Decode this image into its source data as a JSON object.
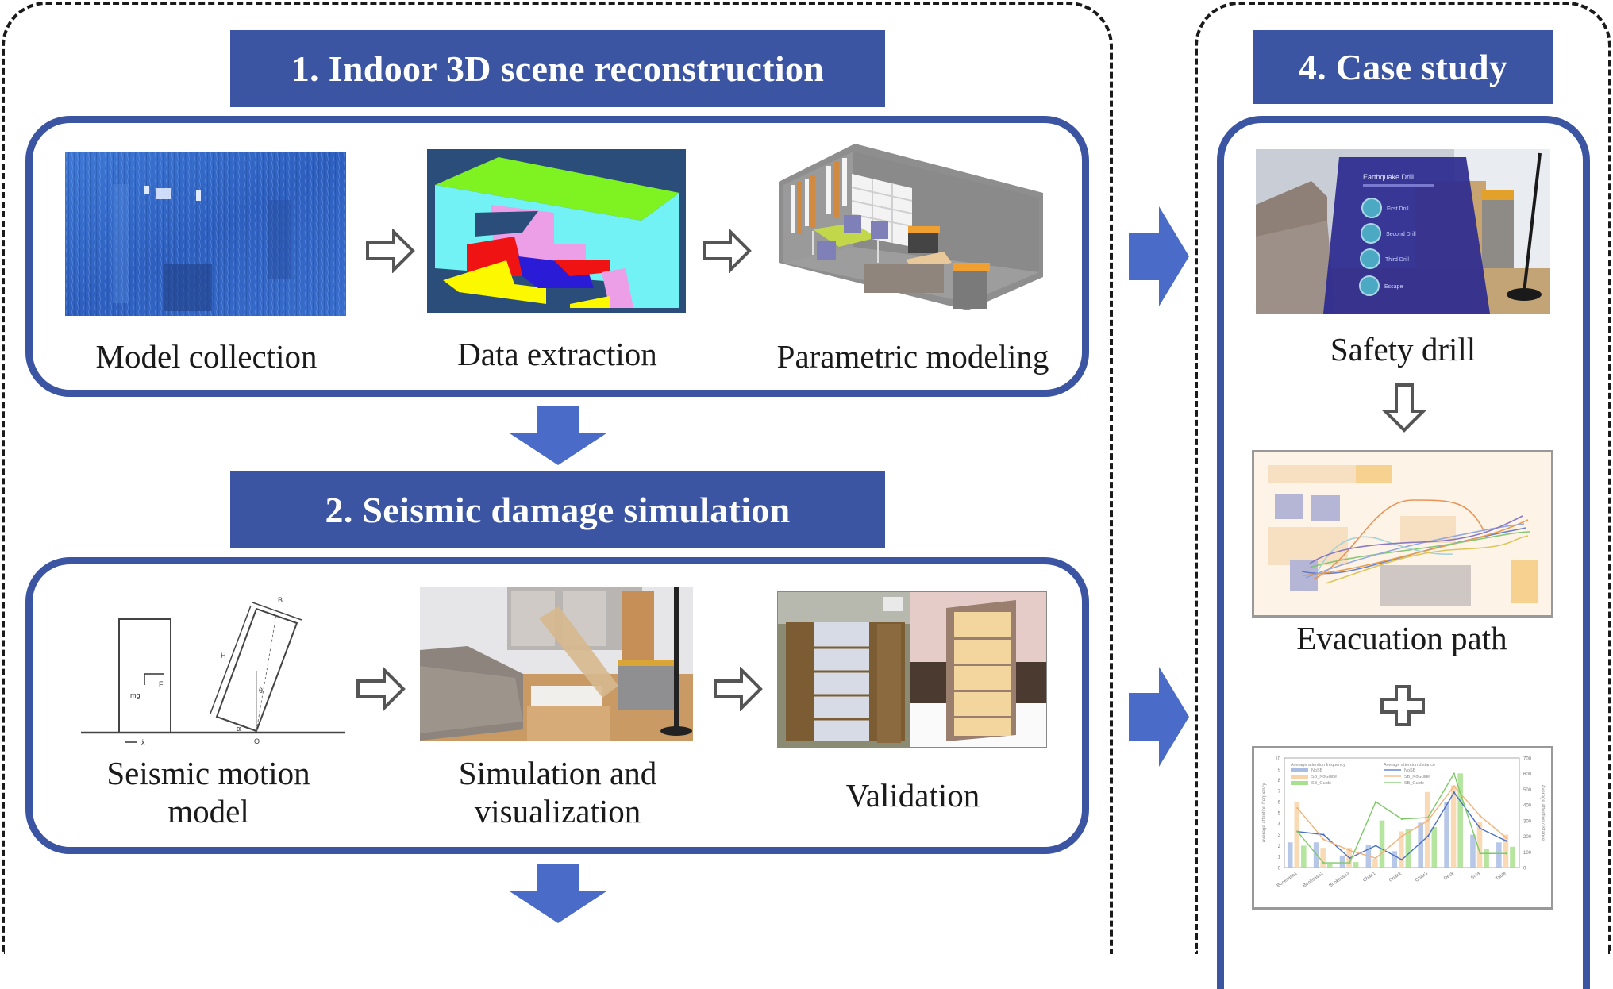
{
  "sections": {
    "s1": {
      "title": "1. Indoor 3D scene reconstruction",
      "steps": [
        {
          "label": "Model collection",
          "image": "point-cloud-scan"
        },
        {
          "label": "Data extraction",
          "image": "semantic-segmentation"
        },
        {
          "label": "Parametric modeling",
          "image": "bim-room-model"
        }
      ]
    },
    "s2": {
      "title": "2. Seismic damage simulation",
      "steps": [
        {
          "label_line1": "Seismic motion",
          "label_line2": "model",
          "image": "rocking-block-diagram"
        },
        {
          "label_line1": "Simulation and",
          "label_line2": "visualization",
          "image": "ar-simulation-scene"
        },
        {
          "label": "Validation",
          "image": "bookcase-comparison"
        }
      ],
      "diagram_symbols": {
        "mg": "mg",
        "fc": "F",
        "xg": "ẍ",
        "b": "B",
        "h": "H",
        "theta": "θ",
        "alpha": "α",
        "o": "O"
      }
    },
    "s4": {
      "title": "4. Case study",
      "steps": [
        {
          "label": "Safety drill",
          "image": "mr-drill-menu"
        },
        {
          "label": "Evacuation path",
          "image": "evacuation-trajectories"
        },
        {
          "label": "",
          "image": "attention-statistics-chart"
        }
      ],
      "drill_menu": {
        "title": "Earthquake Drill",
        "options": [
          "First Drill",
          "Second Drill",
          "Third Drill",
          "Escape"
        ]
      }
    }
  },
  "connectors": {
    "hollow_right": "hollow-right-arrow",
    "hollow_down": "hollow-down-arrow",
    "plus": "plus-sign",
    "solid_down": "solid-down-arrow",
    "solid_right": "solid-right-arrow"
  },
  "colors": {
    "accent": "#3b55a2",
    "arrow_fill": "#4a6cc8",
    "dash": "#1a1a1a"
  },
  "chart_data": {
    "type": "bar",
    "title": "",
    "categories": [
      "Bookcase1",
      "Bookcase2",
      "Bookcase3",
      "Chair1",
      "Chair2",
      "Chair3",
      "Desk",
      "Sofa",
      "Table"
    ],
    "legend_groups": [
      "Average attention frequency",
      "Average attention distance"
    ],
    "series": [
      {
        "name": "NoSB",
        "kind": "bar",
        "axis": "left",
        "color": "#a9bde3",
        "values": [
          2.3,
          2.3,
          1.1,
          2.1,
          1.5,
          4.1,
          6.0,
          3.0,
          2.3
        ]
      },
      {
        "name": "SB_NoGuide",
        "kind": "bar",
        "axis": "left",
        "color": "#f8d3a8",
        "values": [
          6.0,
          1.8,
          1.8,
          0.8,
          3.3,
          6.9,
          7.5,
          4.2,
          3.0
        ]
      },
      {
        "name": "SB_Guide",
        "kind": "bar",
        "axis": "left",
        "color": "#a9e08f",
        "values": [
          2.0,
          0.3,
          0.5,
          4.3,
          3.5,
          3.7,
          8.6,
          1.7,
          1.9
        ]
      },
      {
        "name": "NoSB",
        "kind": "line",
        "axis": "right",
        "color": "#4a70c8",
        "values": [
          230,
          210,
          60,
          140,
          50,
          200,
          480,
          250,
          170
        ]
      },
      {
        "name": "SB_NoGuide",
        "kind": "line",
        "axis": "right",
        "color": "#f3b37a",
        "values": [
          380,
          180,
          110,
          60,
          200,
          300,
          520,
          330,
          190
        ]
      },
      {
        "name": "SB_Guide",
        "kind": "line",
        "axis": "right",
        "color": "#7fc96a",
        "values": [
          230,
          30,
          30,
          420,
          310,
          320,
          600,
          90,
          90
        ]
      }
    ],
    "ylabel": "Average attention frequency",
    "y2label": "Average attention distance",
    "ylim": [
      0,
      10
    ],
    "y2lim": [
      0,
      700
    ],
    "yticks": [
      "0",
      "1",
      "2",
      "3",
      "4",
      "5",
      "6",
      "7",
      "8",
      "9",
      "10"
    ],
    "y2ticks": [
      "0",
      "100",
      "200",
      "300",
      "400",
      "500",
      "600",
      "700"
    ],
    "legend": "top-left",
    "grid": false
  }
}
